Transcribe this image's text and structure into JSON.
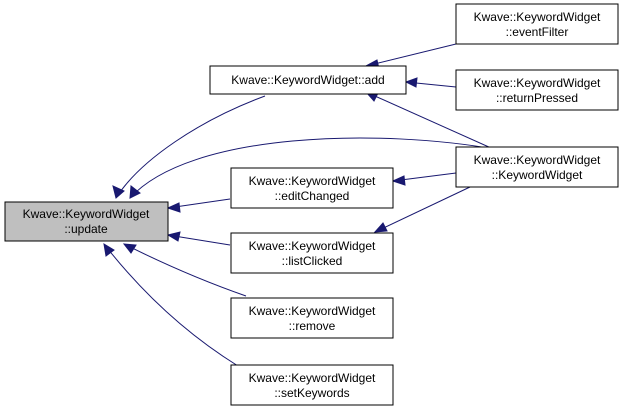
{
  "colors": {
    "edge": "#191970",
    "highlight_fill": "#bfbfbf",
    "node_fill": "#ffffff",
    "node_border": "#000000"
  },
  "nodes": {
    "update": [
      "Kwave::KeywordWidget",
      "::update"
    ],
    "add": [
      "Kwave::KeywordWidget::add"
    ],
    "editChanged": [
      "Kwave::KeywordWidget",
      "::editChanged"
    ],
    "listClicked": [
      "Kwave::KeywordWidget",
      "::listClicked"
    ],
    "remove": [
      "Kwave::KeywordWidget",
      "::remove"
    ],
    "setKeywords": [
      "Kwave::KeywordWidget",
      "::setKeywords"
    ],
    "eventFilter": [
      "Kwave::KeywordWidget",
      "::eventFilter"
    ],
    "returnPressed": [
      "Kwave::KeywordWidget",
      "::returnPressed"
    ],
    "KeywordWidget": [
      "Kwave::KeywordWidget",
      "::KeywordWidget"
    ]
  },
  "edges": [
    {
      "from": "add",
      "to": "update"
    },
    {
      "from": "KeywordWidget",
      "to": "update"
    },
    {
      "from": "editChanged",
      "to": "update"
    },
    {
      "from": "listClicked",
      "to": "update"
    },
    {
      "from": "remove",
      "to": "update"
    },
    {
      "from": "setKeywords",
      "to": "update"
    },
    {
      "from": "eventFilter",
      "to": "add"
    },
    {
      "from": "returnPressed",
      "to": "add"
    },
    {
      "from": "KeywordWidget",
      "to": "add"
    },
    {
      "from": "KeywordWidget",
      "to": "editChanged"
    },
    {
      "from": "KeywordWidget",
      "to": "listClicked"
    }
  ]
}
